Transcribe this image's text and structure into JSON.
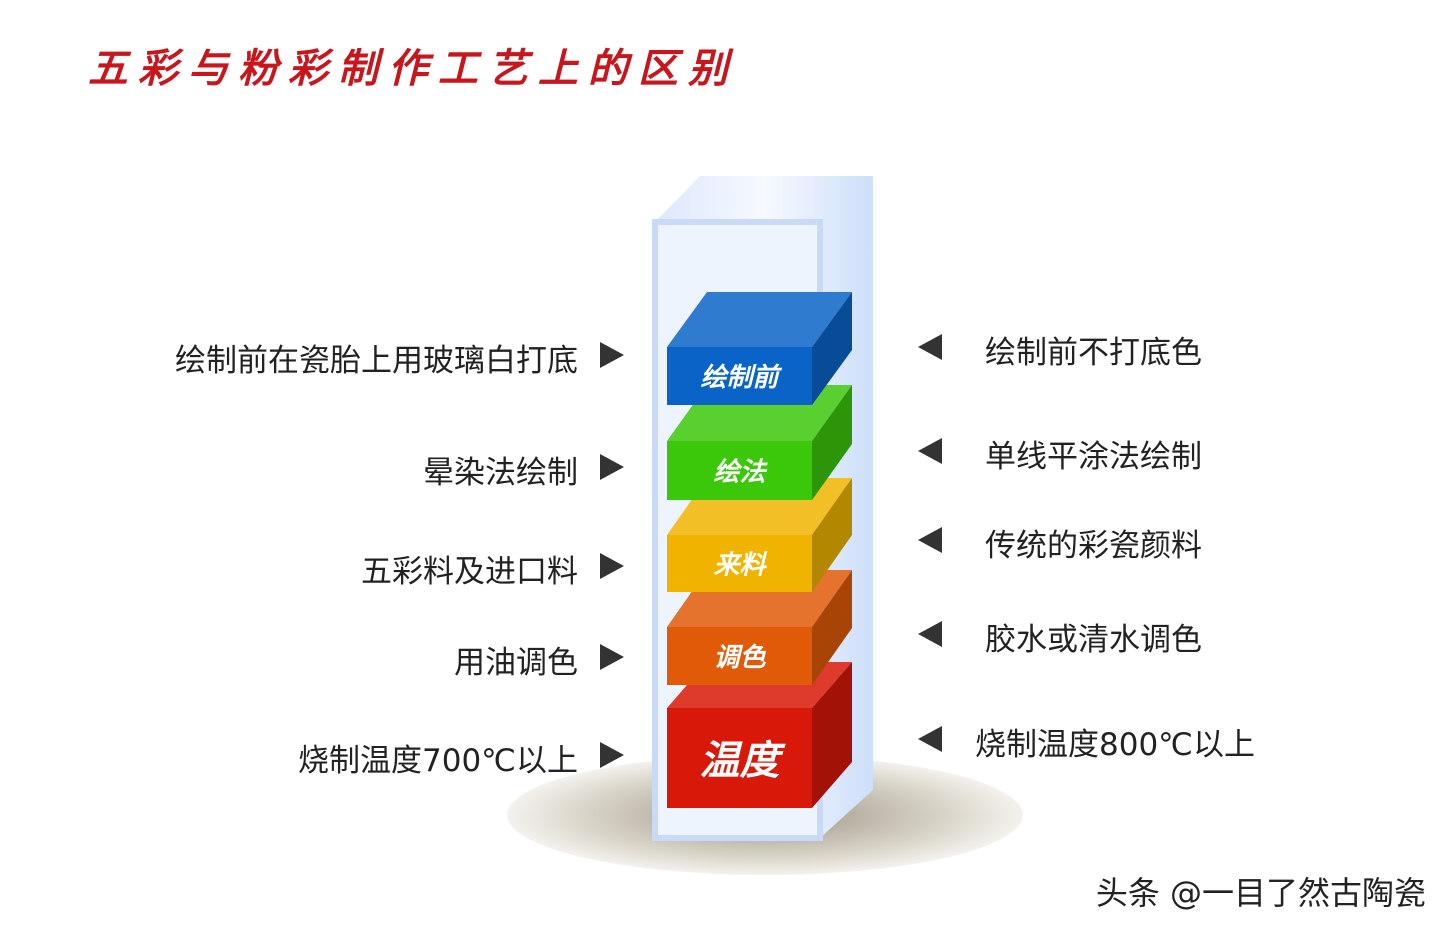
{
  "title": "五彩与粉彩制作工艺上的区别",
  "blocks": [
    {
      "label": "绘制前",
      "color": "#0a64c8"
    },
    {
      "label": "绘法",
      "color": "#3cc80a"
    },
    {
      "label": "来料",
      "color": "#f0b400"
    },
    {
      "label": "调色",
      "color": "#e05a08"
    },
    {
      "label": "温度",
      "color": "#d81808"
    }
  ],
  "left_labels": [
    "绘制前在瓷胎上用玻璃白打底",
    "晕染法绘制",
    "五彩料及进口料",
    "用油调色",
    "烧制温度700℃以上"
  ],
  "right_labels": [
    "绘制前不打底色",
    "单线平涂法绘制",
    "传统的彩瓷颜料",
    "胶水或清水调色",
    "烧制温度800℃以上"
  ],
  "watermark": "头条 @一目了然古陶瓷"
}
